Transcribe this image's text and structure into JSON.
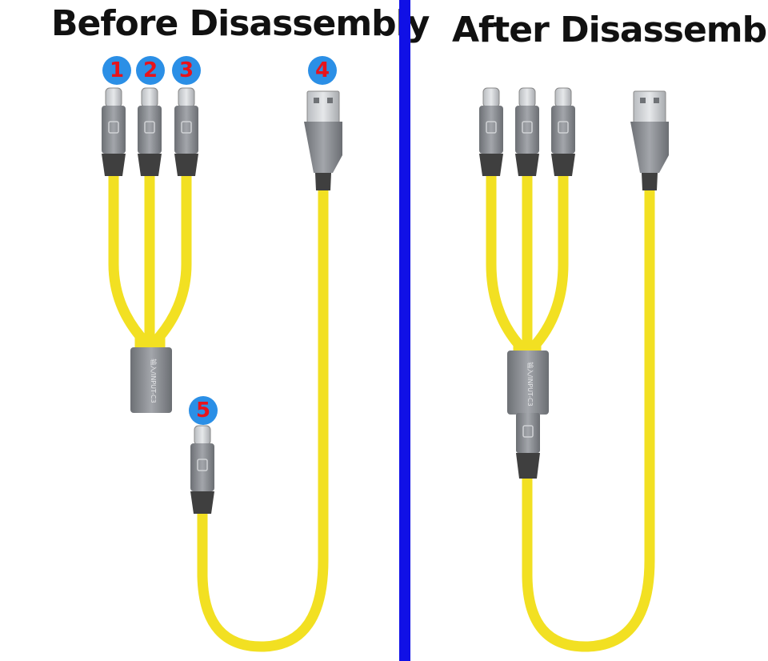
{
  "titles": {
    "before": "Before Disassembly",
    "after": "After Disassembly"
  },
  "badges": [
    "1",
    "2",
    "3",
    "4",
    "5"
  ],
  "hub_label": "输入/INPUT-C3",
  "colors": {
    "cable": "#f2e022",
    "divider": "#1010e6",
    "badge_bg": "#2b8fe6",
    "badge_text": "#e8131b",
    "metal": "#8e9196",
    "rubber": "#3f3f3f"
  }
}
